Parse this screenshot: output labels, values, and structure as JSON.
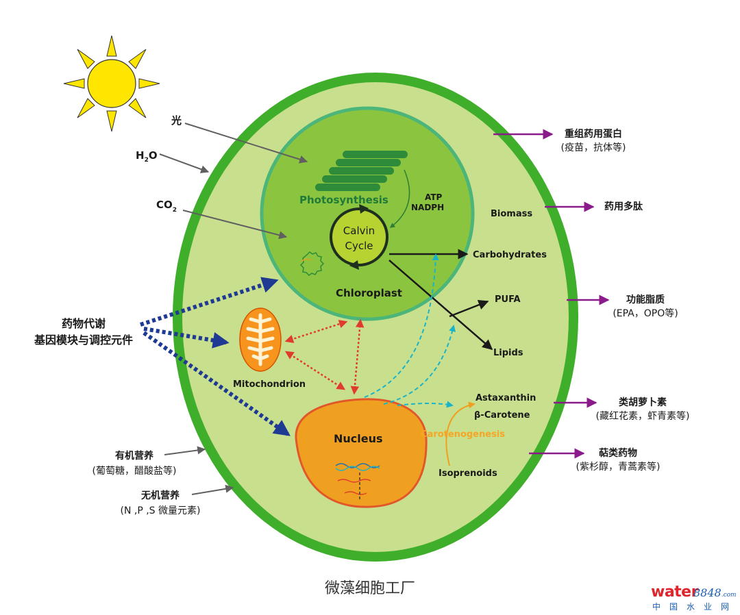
{
  "colors": {
    "cell_border": "#3fae2a",
    "cell_fill": "#c8df8e",
    "chloroplast_fill": "#8bc53f",
    "chloroplast_border": "#4cb67a",
    "nucleus_fill": "#f0a020",
    "nucleus_border": "#e2572a",
    "mito_fill": "#f7941d",
    "calvin_fill": "#b6d332",
    "product_arrow": "#8b1a8b",
    "input_arrow": "#606060",
    "blue_dotted": "#1f3a93",
    "red_dotted": "#e03c2e",
    "cyan_dashed": "#1ab3c8",
    "sun": "#ffe600"
  },
  "inputs": {
    "light": "光",
    "water": "H",
    "water_sub": "2",
    "water_o": "O",
    "co2": "CO",
    "co2_sub": "2",
    "organic": "有机营养",
    "organic_detail": "(葡萄糖，醋酸盐等)",
    "inorganic": "无机营养",
    "inorganic_detail": "(N ,P ,S 微量元素)"
  },
  "engineering": {
    "line1": "药物代谢",
    "line2": "基因模块与调控元件"
  },
  "organelles": {
    "photosynthesis": "Photosynthesis",
    "atp": "ATP",
    "nadph": "NADPH",
    "calvin_1": "Calvin",
    "calvin_2": "Cycle",
    "chloroplast": "Chloroplast",
    "mitochondrion": "Mitochondrion",
    "nucleus": "Nucleus"
  },
  "metabolites": {
    "biomass": "Biomass",
    "carbohydrates": "Carbohydrates",
    "pufa": "PUFA",
    "lipids": "Lipids",
    "astaxanthin": "Astaxanthin",
    "beta_carotene": "β-Carotene",
    "carotenogenesis": "Carotenogenesis",
    "isoprenoids": "Isoprenoids"
  },
  "products": [
    {
      "title": "重组药用蛋白",
      "detail": "(疫苗，抗体等)"
    },
    {
      "title": "药用多肽",
      "detail": ""
    },
    {
      "title": "功能脂质",
      "detail": "(EPA，OPO等)"
    },
    {
      "title": "类胡萝卜素",
      "detail": "(藏红花素，虾青素等)"
    },
    {
      "title": "萜类药物",
      "detail": "(紫杉醇，青蒿素等)"
    }
  ],
  "caption": "微藻细胞工厂",
  "logo": {
    "brand": "water",
    "number": "8848",
    "suffix": ".com",
    "cn": "中国水业网"
  }
}
